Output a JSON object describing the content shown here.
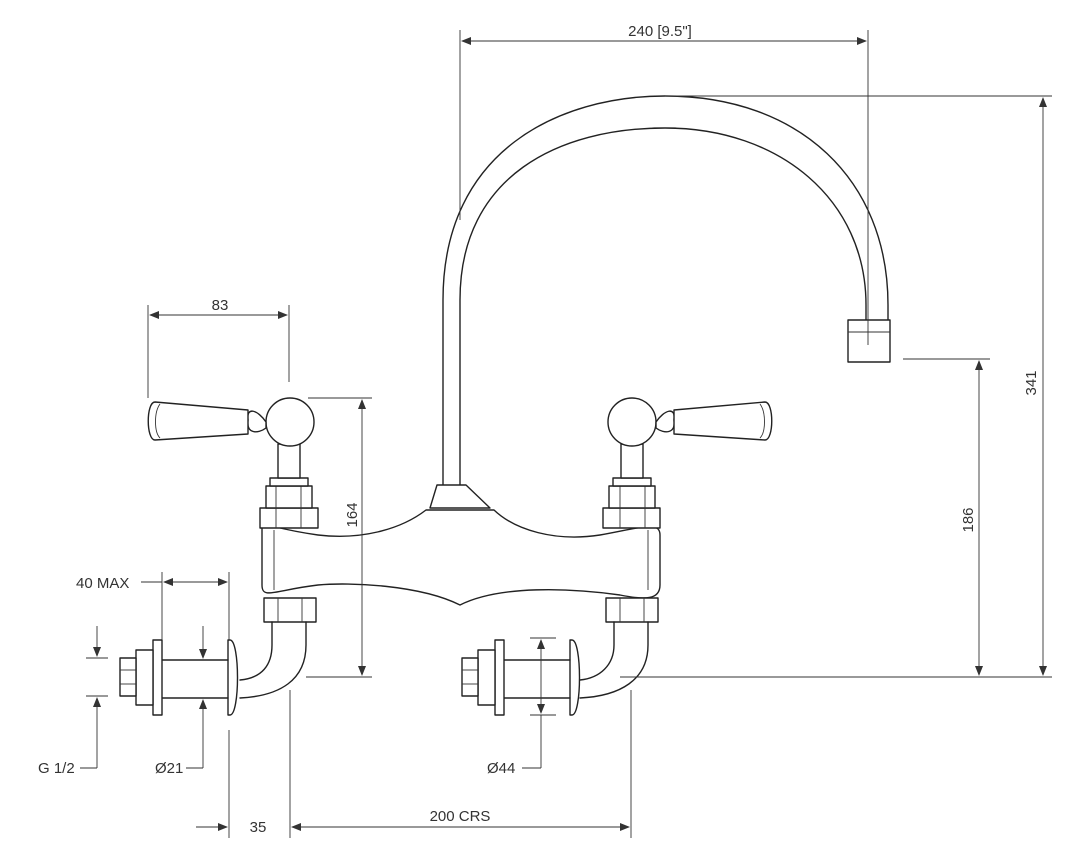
{
  "dimensions": {
    "spout_reach": "240 [9.5\"]",
    "overall_height": "341",
    "spout_outlet_height": "186",
    "body_height": "164",
    "handle_length": "83",
    "wall_depth": "40 MAX",
    "inlet_thread": "G 1/2",
    "pipe_diameter": "Ø21",
    "flange_diameter": "Ø44",
    "offset": "35",
    "centres": "200 CRS"
  }
}
